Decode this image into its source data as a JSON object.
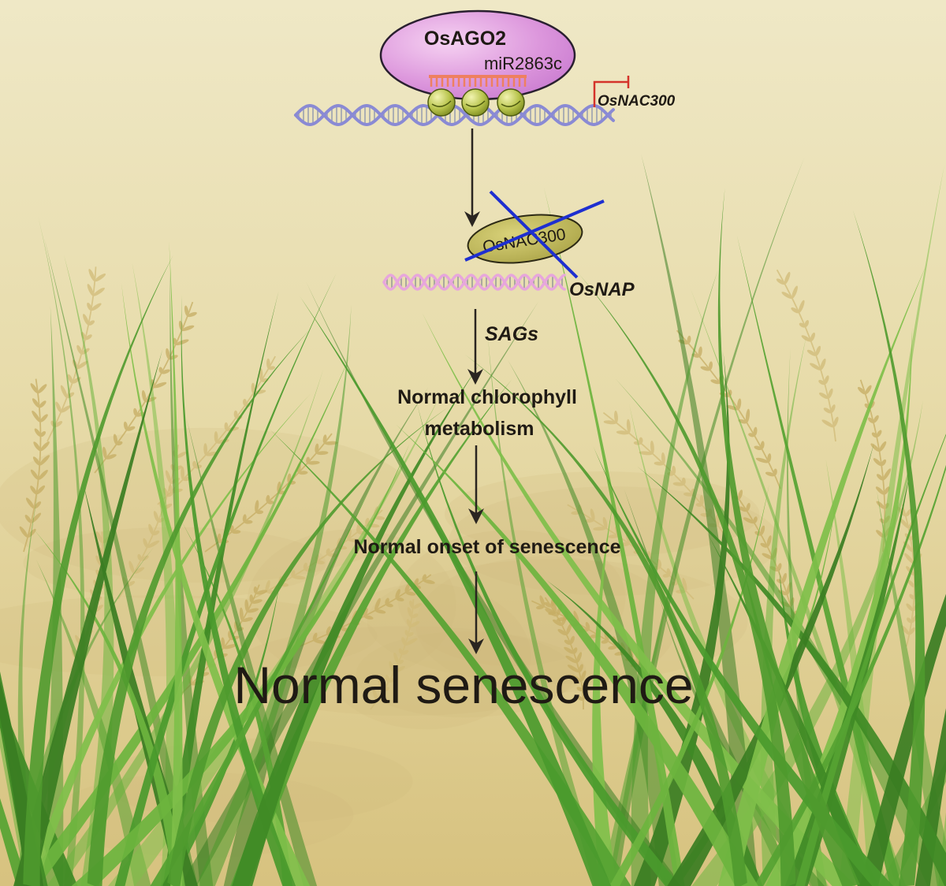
{
  "complex": {
    "protein_label": "OsAGO2",
    "mirna_label": "miR2863c",
    "gene_label": "OsNAC300"
  },
  "repressed": {
    "protein_label": "OsNAC300",
    "target_label": "OsNAP"
  },
  "pathway": {
    "sags_label": "SAGs",
    "step1_line1": "Normal chlorophyll",
    "step1_line2": "metabolism",
    "step2": "Normal onset  of senescence",
    "outcome": "Normal senescence"
  },
  "colors": {
    "background_top": "#ece4bd",
    "background_bottom": "#d9c583",
    "ago_fill": "#d88fd8",
    "dna_blue": "#8f8fd6",
    "dna_pink": "#e7a6dc",
    "nac_ellipse": "#b9b452",
    "cross_blue": "#1e2fd0",
    "promoter_red": "#d4332a",
    "mirna_orange": "#ee8060",
    "grass_green": "#4f9a2e",
    "panicle_gold": "#c9b068"
  }
}
